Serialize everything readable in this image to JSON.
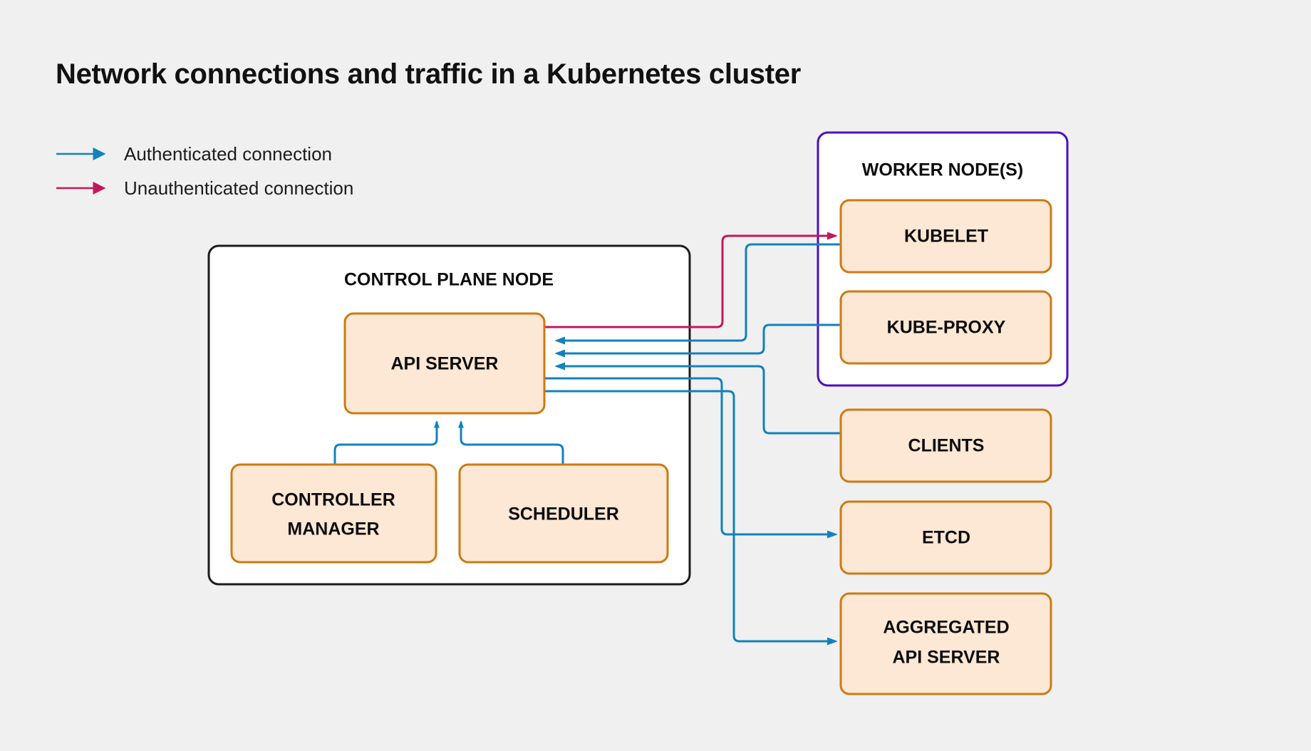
{
  "page": {
    "title": "Network connections and traffic in a Kubernetes cluster",
    "background_color": "#f0f0f0"
  },
  "legend": {
    "items": [
      {
        "label": "Authenticated connection",
        "color": "#1282bd",
        "kind": "authenticated"
      },
      {
        "label": "Unauthenticated connection",
        "color": "#c2185b",
        "kind": "unauthenticated"
      }
    ]
  },
  "groups": {
    "control_plane": {
      "label": "CONTROL PLANE NODE",
      "border_color": "#1c1c1c",
      "fill_color": "#ffffff"
    },
    "worker_node": {
      "label": "WORKER NODE(S)",
      "border_color": "#4b0fbf",
      "fill_color": "#ffffff"
    }
  },
  "nodes": {
    "api_server": {
      "label": "API SERVER"
    },
    "controller_manager": {
      "label": "CONTROLLER MANAGER",
      "line1": "CONTROLLER",
      "line2": "MANAGER"
    },
    "scheduler": {
      "label": "SCHEDULER"
    },
    "kubelet": {
      "label": "KUBELET"
    },
    "kube_proxy": {
      "label": "KUBE-PROXY"
    },
    "clients": {
      "label": "CLIENTS"
    },
    "etcd": {
      "label": "ETCD"
    },
    "aggregated_api_server": {
      "label": "AGGREGATED API SERVER",
      "line1": "AGGREGATED",
      "line2": "API SERVER"
    }
  },
  "colors": {
    "node_fill": "#fce8d4",
    "node_border": "#cc7a13",
    "authenticated": "#1282bd",
    "unauthenticated": "#c2185b",
    "worker_border": "#4b0fbf",
    "control_plane_border": "#1c1c1c",
    "text": "#0d0d0d"
  },
  "connections": [
    {
      "from": "api_server",
      "to": "kubelet",
      "kind": "unauthenticated"
    },
    {
      "from": "kubelet",
      "to": "api_server",
      "kind": "authenticated"
    },
    {
      "from": "kube_proxy",
      "to": "api_server",
      "kind": "authenticated"
    },
    {
      "from": "clients",
      "to": "api_server",
      "kind": "authenticated"
    },
    {
      "from": "api_server",
      "to": "etcd",
      "kind": "authenticated"
    },
    {
      "from": "api_server",
      "to": "aggregated_api_server",
      "kind": "authenticated"
    },
    {
      "from": "controller_manager",
      "to": "api_server",
      "kind": "authenticated"
    },
    {
      "from": "scheduler",
      "to": "api_server",
      "kind": "authenticated"
    }
  ]
}
